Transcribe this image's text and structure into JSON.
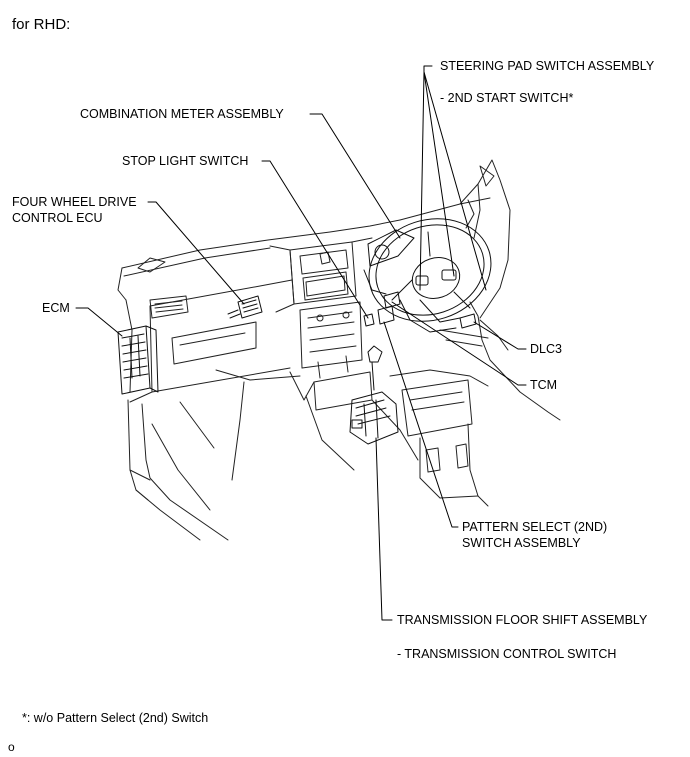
{
  "header": "for RHD:",
  "labels": {
    "steering_pad": "STEERING PAD SWITCH ASSEMBLY",
    "second_start": "- 2ND START SWITCH*",
    "combination_meter": "COMBINATION METER ASSEMBLY",
    "stop_light": "STOP LIGHT SWITCH",
    "four_wd_line1": "FOUR WHEEL DRIVE",
    "four_wd_line2": "CONTROL ECU",
    "ecm": "ECM",
    "dlc3": "DLC3",
    "tcm": "TCM",
    "pattern_line1": "PATTERN SELECT (2ND)",
    "pattern_line2": "SWITCH ASSEMBLY",
    "floor_shift": "TRANSMISSION FLOOR SHIFT ASSEMBLY",
    "trans_control": "- TRANSMISSION CONTROL SWITCH"
  },
  "footnote": "*: w/o Pattern Select (2nd) Switch",
  "figure_code": "o"
}
